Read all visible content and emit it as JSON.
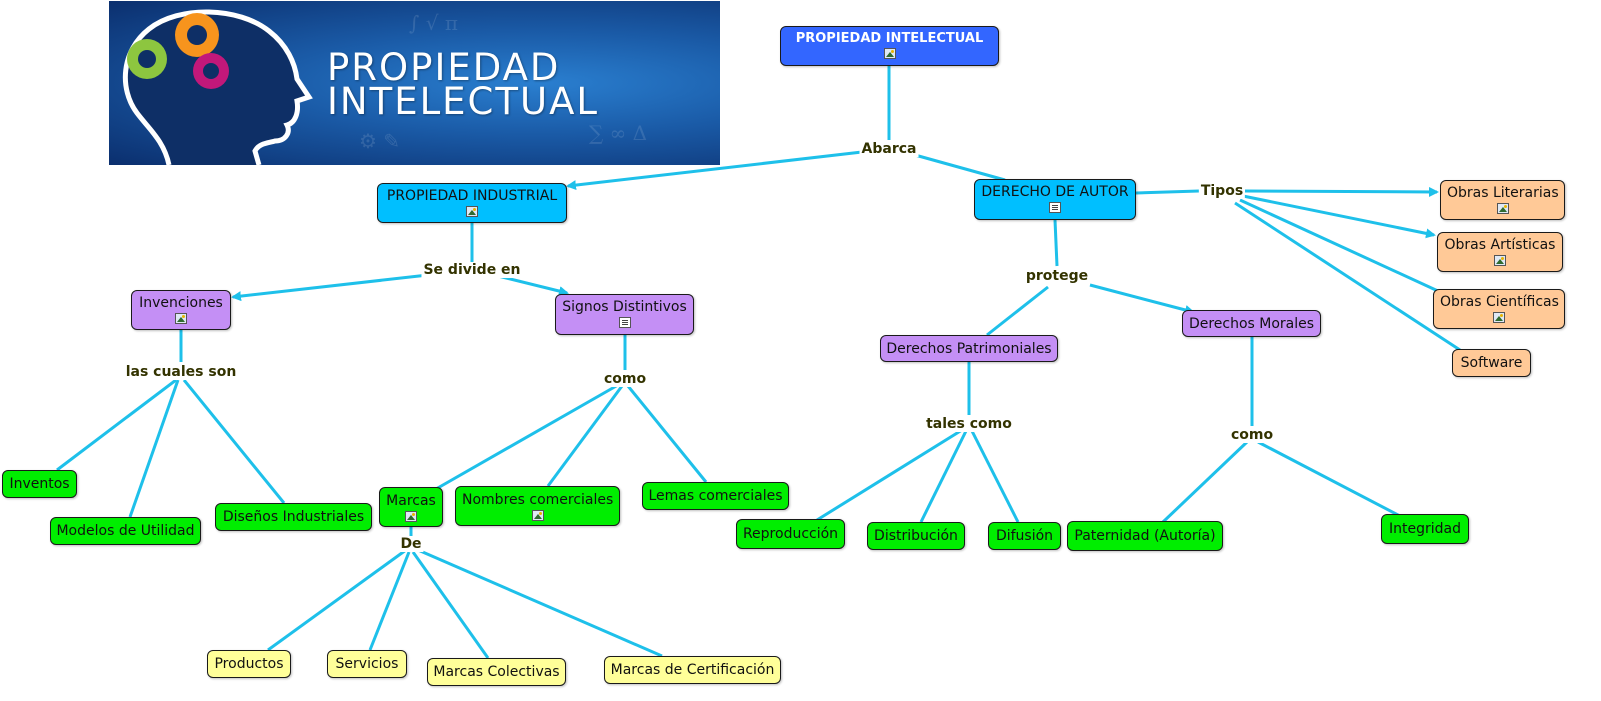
{
  "banner": {
    "line1": "PROPIEDAD",
    "line2": "INTELECTUAL"
  },
  "colors": {
    "root": "#3366ff",
    "main": "#00bfff",
    "category": "#c48ff5",
    "leaf": "#00ee00",
    "subleaf": "#ffff99",
    "type": "#ffc997",
    "connector": "#1ec0ea"
  },
  "concepts": {
    "root": "PROPIEDAD INTELECTUAL",
    "industrial": "PROPIEDAD INDUSTRIAL",
    "autor": "DERECHO DE AUTOR",
    "invenciones": "Invenciones",
    "signos": "Signos Distintivos",
    "inventos": "Inventos",
    "modelos": "Modelos de Utilidad",
    "disenos": "Diseños Industriales",
    "marcas": "Marcas",
    "nombres": "Nombres comerciales",
    "lemas": "Lemas comerciales",
    "productos": "Productos",
    "servicios": "Servicios",
    "colectivas": "Marcas Colectivas",
    "certificacion": "Marcas de Certificación",
    "patrimoniales": "Derechos Patrimoniales",
    "morales": "Derechos Morales",
    "reproduccion": "Reproducción",
    "distribucion": "Distribución",
    "difusion": "Difusión",
    "paternidad": "Paternidad (Autoría)",
    "integridad": "Integridad",
    "literarias": "Obras Literarias",
    "artisticas": "Obras Artísticas",
    "cientificas": "Obras Científicas",
    "software": "Software"
  },
  "links": {
    "abarca": "Abarca",
    "se_divide": "Se divide en",
    "cuales_son": "las cuales son",
    "como_signos": "como",
    "de": "De",
    "tipos": "Tipos",
    "protege": "protege",
    "tales_como": "tales como",
    "como_morales": "como"
  },
  "icons": {
    "root": "image-icon",
    "industrial": "image-icon",
    "autor": "document-icon",
    "invenciones": "image-icon",
    "signos": "document-icon",
    "marcas": "image-icon",
    "nombres": "image-icon",
    "literarias": "image-icon",
    "artisticas": "image-icon",
    "cientificas": "image-icon"
  }
}
